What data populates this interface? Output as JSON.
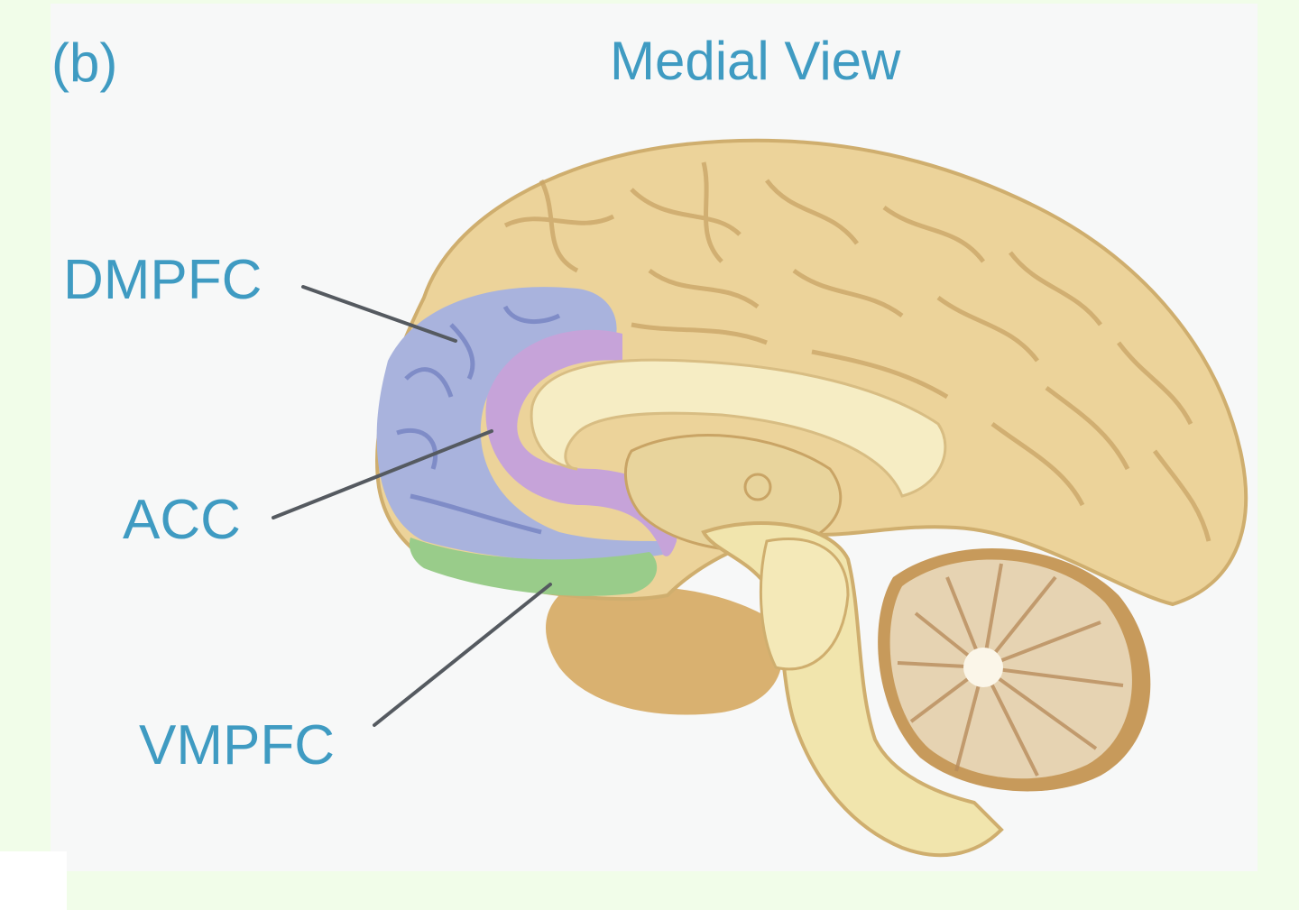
{
  "figure": {
    "panel_letter": "(b)",
    "title": "Medial View"
  },
  "labels": {
    "dmpfc": "DMPFC",
    "acc": "ACC",
    "vmpfc": "VMPFC"
  },
  "colors": {
    "label_text": "#3f9bc2",
    "cortex": "#ecd39a",
    "dmpfc_region": "#a9b3dd",
    "acc_region": "#c6a3d9",
    "vmpfc_region": "#99cc8a",
    "brainstem": "#f1e5ad",
    "background": "#f1fde9"
  }
}
